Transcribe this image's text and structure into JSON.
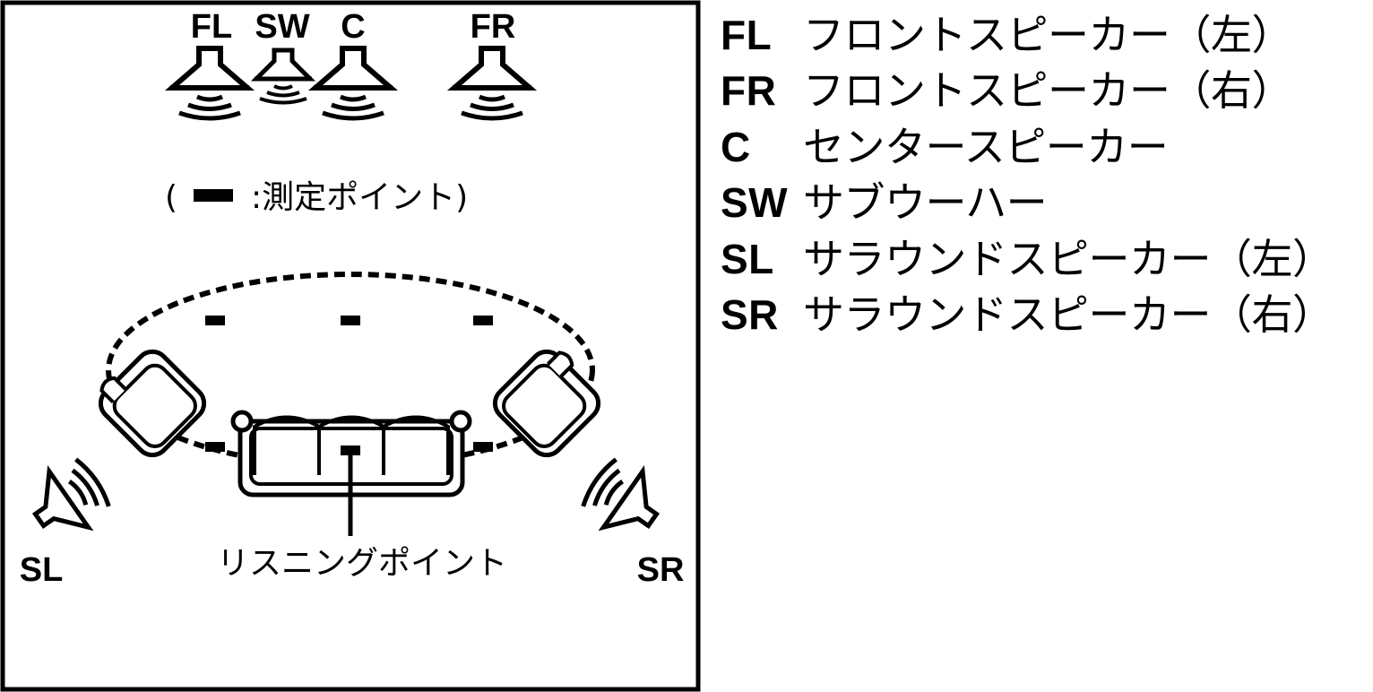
{
  "diagram": {
    "speakers": {
      "fl": "FL",
      "sw": "SW",
      "c": "C",
      "fr": "FR",
      "sl": "SL",
      "sr": "SR"
    },
    "measurement_note": {
      "open": "(",
      "text": ":測定ポイント)"
    },
    "listening_point": "リスニングポイント"
  },
  "legend": [
    {
      "code": "FL",
      "desc": "フロントスピーカー（左）"
    },
    {
      "code": "FR",
      "desc": "フロントスピーカー（右）"
    },
    {
      "code": "C",
      "desc": "センタースピーカー"
    },
    {
      "code": "SW",
      "desc": "サブウーハー"
    },
    {
      "code": "SL",
      "desc": "サラウンドスピーカー（左）"
    },
    {
      "code": "SR",
      "desc": "サラウンドスピーカー（右）"
    }
  ]
}
